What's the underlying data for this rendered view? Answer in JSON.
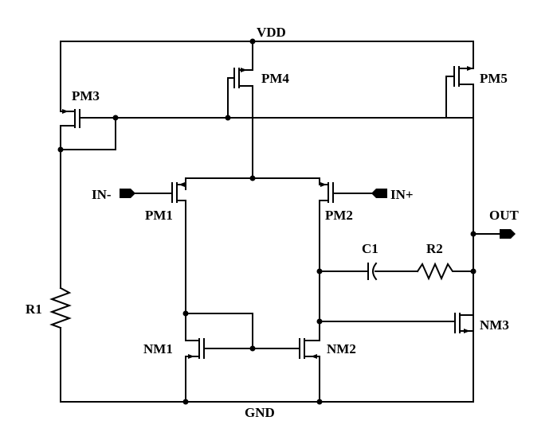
{
  "rails": {
    "vdd": "VDD",
    "gnd": "GND"
  },
  "transistors": {
    "pm1": "PM1",
    "pm2": "PM2",
    "pm3": "PM3",
    "pm4": "PM4",
    "pm5": "PM5",
    "nm1": "NM1",
    "nm2": "NM2",
    "nm3": "NM3"
  },
  "passives": {
    "r1": "R1",
    "r2": "R2",
    "c1": "C1"
  },
  "ports": {
    "in_minus": "IN-",
    "in_plus": "IN+",
    "out": "OUT"
  }
}
